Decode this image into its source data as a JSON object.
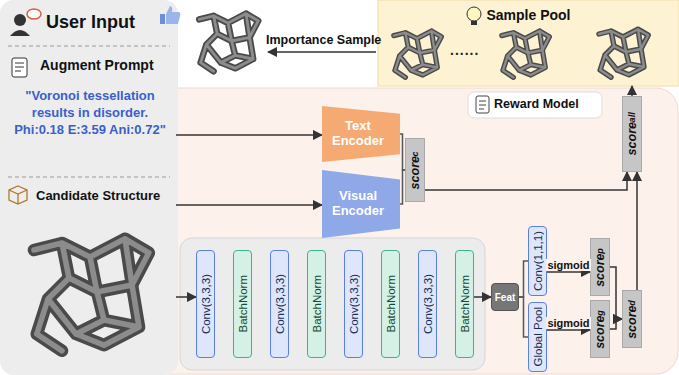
{
  "diagram": {
    "nodes": [
      {
        "text": [
          "User Input"
        ]
      },
      {
        "text": [
          "Augment Prompt",
          "\"Voronoi tessellation results in disorder. Phi:0.18 E:3.59 Ani:0.72\""
        ],
        "in": 0
      },
      {
        "text": [
          "Candidate Structure"
        ],
        "in": 0
      },
      {
        "text": [
          "Sample Pool",
          "......"
        ]
      },
      {
        "text": [
          "Reward Model"
        ]
      },
      {
        "text": [
          "Text Encoder"
        ],
        "in": 4
      },
      {
        "text": [
          "Visual Encoder"
        ],
        "in": 4
      },
      {
        "text": [
          "score",
          "c"
        ],
        "in": 4
      },
      {
        "text": [
          "score",
          "all"
        ],
        "in": 4
      },
      {
        "text": [
          "Conv(3,3,3)"
        ],
        "in": 4
      },
      {
        "text": [
          "BatchNorm"
        ],
        "in": 4
      },
      {
        "text": [
          "Conv(3,3,3)"
        ],
        "in": 4
      },
      {
        "text": [
          "BatchNorm"
        ],
        "in": 4
      },
      {
        "text": [
          "Conv(3,3,3)"
        ],
        "in": 4
      },
      {
        "text": [
          "BatchNorm"
        ],
        "in": 4
      },
      {
        "text": [
          "Conv(3,3,3)"
        ],
        "in": 4
      },
      {
        "text": [
          "BatchNorm"
        ],
        "in": 4
      },
      {
        "text": [
          "Feat"
        ],
        "in": 4
      },
      {
        "text": [
          "Conv(1,1,1)"
        ],
        "in": 4
      },
      {
        "text": [
          "Global Pool"
        ],
        "in": 4
      },
      {
        "text": [
          "score",
          "p"
        ],
        "in": 4
      },
      {
        "text": [
          "score",
          "g"
        ],
        "in": 4
      },
      {
        "text": [
          "score",
          "d"
        ],
        "in": 4
      }
    ],
    "edges": [
      {
        "from": 1,
        "to": 5,
        "arrow": "to"
      },
      {
        "from": 2,
        "to": 6,
        "arrow": "to"
      },
      {
        "from": 2,
        "to": 9,
        "arrow": "to"
      },
      {
        "from": 5,
        "to": 7,
        "arrow": "none"
      },
      {
        "from": 6,
        "to": 7,
        "arrow": "none"
      },
      {
        "from": 7,
        "to": 8,
        "arrow": "to"
      },
      {
        "from": 16,
        "to": 17,
        "arrow": "to"
      },
      {
        "from": 17,
        "to": 18,
        "arrow": "none"
      },
      {
        "from": 17,
        "to": 19,
        "arrow": "none"
      },
      {
        "from": 18,
        "to": 20,
        "label": "sigmoid",
        "arrow": "to"
      },
      {
        "from": 19,
        "to": 21,
        "label": "sigmoid",
        "arrow": "to"
      },
      {
        "from": 20,
        "to": 22,
        "arrow": "to"
      },
      {
        "from": 21,
        "to": 22,
        "arrow": "to"
      },
      {
        "from": 22,
        "to": 8,
        "arrow": "to"
      },
      {
        "from": 8,
        "to": 3,
        "arrow": "to"
      }
    ],
    "labels": [
      "Importance Sample"
    ]
  }
}
